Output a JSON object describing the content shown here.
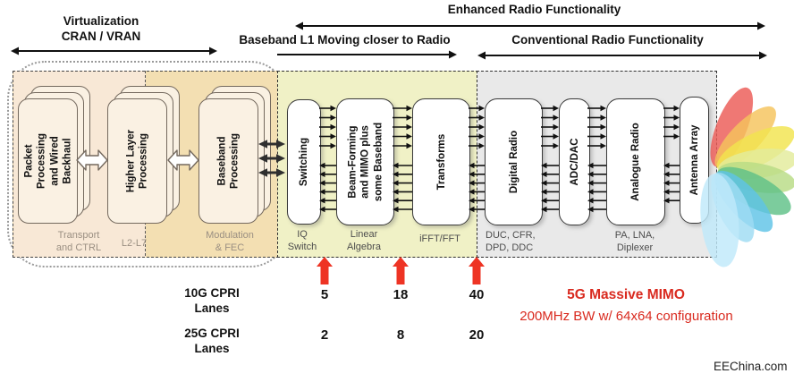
{
  "header": {
    "virtualization_line1": "Virtualization",
    "virtualization_line2": "CRAN / VRAN",
    "enhanced": "Enhanced Radio Functionality",
    "baseband_l1": "Baseband L1 Moving closer to Radio",
    "conventional": "Conventional Radio Functionality"
  },
  "cran": {
    "stacks": [
      {
        "label": "Packet\nProcessing\nand Wired\nBackhaul"
      },
      {
        "label": "Higher Layer\nProcessing"
      },
      {
        "label": "Baseband\nProcessing"
      }
    ],
    "region_labels": [
      {
        "label": "Transport\nand CTRL"
      },
      {
        "label": "L2-L7"
      },
      {
        "label": "Modulation\n& FEC"
      }
    ]
  },
  "baseband_section": {
    "blocks": [
      {
        "label": "Switching",
        "sub": "IQ\nSwitch"
      },
      {
        "label": "Beam-Forming\nand MIMO plus\nsome Baseband",
        "sub": "Linear\nAlgebra"
      },
      {
        "label": "Transforms",
        "sub": "iFFT/FFT"
      }
    ]
  },
  "radio_section": {
    "blocks": [
      {
        "label": "Digital Radio",
        "sub": "DUC, CFR,\nDPD, DDC"
      },
      {
        "label": "ADC/DAC",
        "sub": ""
      },
      {
        "label": "Analogue Radio",
        "sub": "PA, LNA,\nDiplexer"
      },
      {
        "label": "Antenna Array",
        "sub": ""
      }
    ]
  },
  "lanes": {
    "row1_label": "10G CPRI\nLanes",
    "row1_values": [
      "5",
      "18",
      "40"
    ],
    "row2_label": "25G CPRI\nLanes",
    "row2_values": [
      "2",
      "8",
      "20"
    ]
  },
  "annotation": {
    "line1": "5G Massive MIMO",
    "line2": "200MHz BW w/ 64x64 configuration",
    "color": "#d92a1f"
  },
  "watermark": "EEChina.com",
  "colors": {
    "cran_left_bg": "#f8e8d6",
    "cran_right_bg": "#f3dfb2",
    "baseband_bg": "#f0f1c6",
    "radio_bg": "#e9e9e9",
    "red_arrow": "#ee3424"
  }
}
